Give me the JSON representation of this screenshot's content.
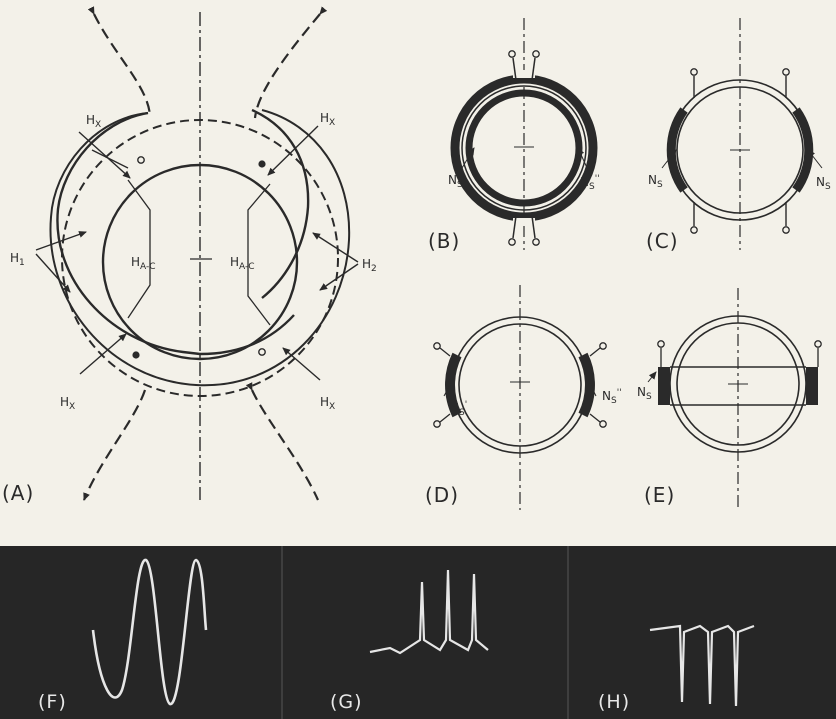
{
  "panels": {
    "A": {
      "label": "(A)",
      "h1": "H",
      "h1_sub": "1",
      "h2": "H",
      "h2_sub": "2",
      "hx": "H",
      "hx_sub": "X",
      "hac": "H",
      "hac_sub": "A-C"
    },
    "B": {
      "label": "(B)",
      "ns_left": "N",
      "ns_left_sub": "S",
      "ns_left_mark": "'",
      "ns_right": "N",
      "ns_right_sub": "S",
      "ns_right_mark": "''"
    },
    "C": {
      "label": "(C)",
      "ns_left": "N",
      "ns_left_sub": "S",
      "ns_right": "N",
      "ns_right_sub": "S"
    },
    "D": {
      "label": "(D)",
      "ns_left": "N",
      "ns_left_sub": "S",
      "ns_left_mark": "'",
      "ns_right": "N",
      "ns_right_sub": "S",
      "ns_right_mark": "''"
    },
    "E": {
      "label": "(E)",
      "ns_left": "N",
      "ns_left_sub": "S"
    },
    "F": {
      "label": "(F)"
    },
    "G": {
      "label": "(G)"
    },
    "H": {
      "label": "(H)"
    }
  },
  "colors": {
    "paper": "#f3f1e9",
    "ink": "#2a2a2a",
    "scope": "#262626",
    "trace": "#e6e6e6"
  }
}
